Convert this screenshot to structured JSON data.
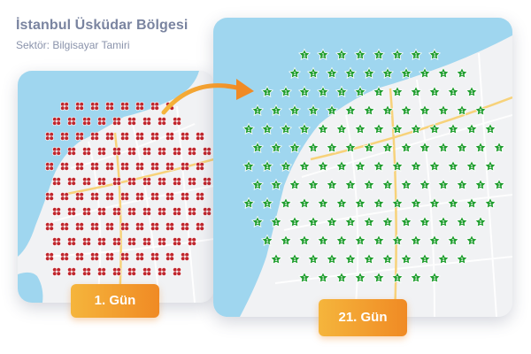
{
  "header": {
    "title": "İstanbul Üsküdar Bölgesi",
    "subtitle": "Sektör: Bilgisayar Tamiri"
  },
  "panels": [
    {
      "badge": "1. Gün",
      "marker_icon": "red-cross-marker-icon",
      "marker_color": "#c0262d"
    },
    {
      "badge": "21. Gün",
      "marker_icon": "green-star-marker-icon",
      "marker_color": "#1f9d2e",
      "marker_label": "1"
    }
  ],
  "colors": {
    "water": "#9fd6ef",
    "land": "#f1f2f4",
    "road": "#ffffff",
    "accent": "#f29b2c",
    "title": "#7a84a0"
  }
}
